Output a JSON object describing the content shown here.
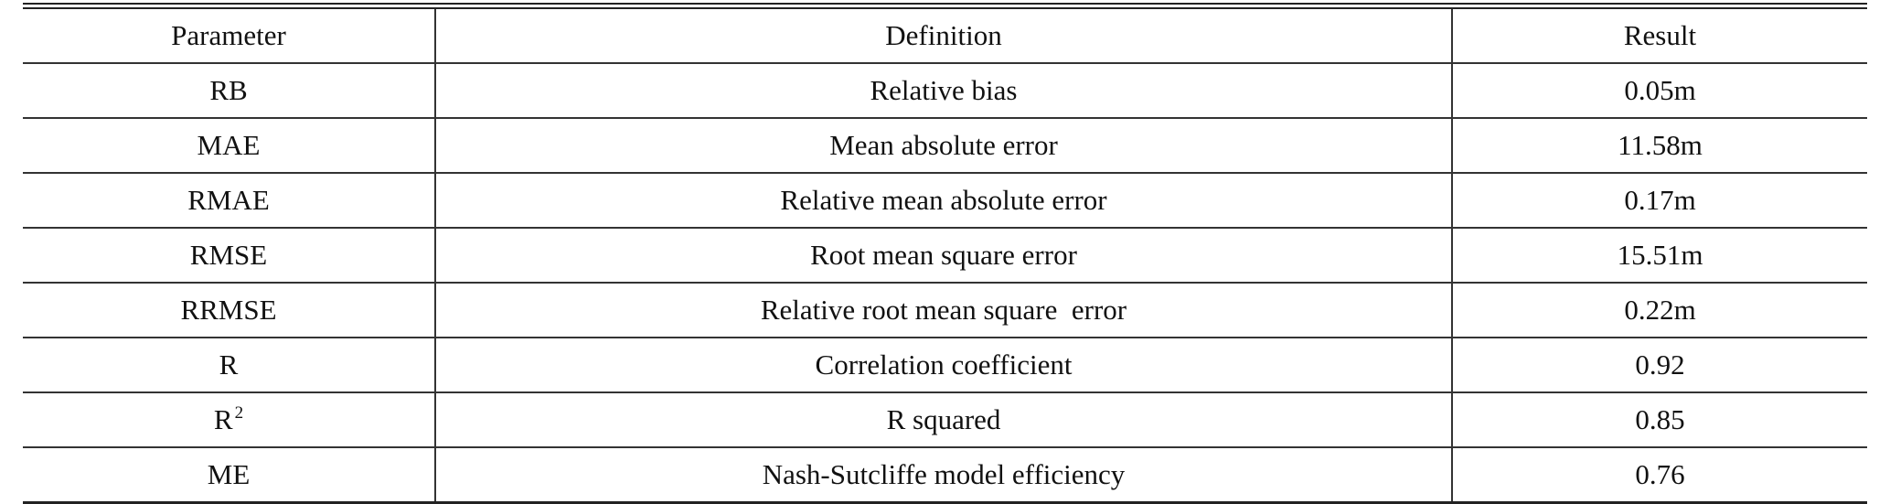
{
  "table": {
    "headers": [
      "Parameter",
      "Definition",
      "Result"
    ],
    "rows": [
      {
        "parameter": "RB",
        "definition": "Relative bias",
        "result": "0.05m"
      },
      {
        "parameter": "MAE",
        "definition": "Mean absolute error",
        "result": "11.58m"
      },
      {
        "parameter": "RMAE",
        "definition": "Relative mean absolute error",
        "result": "0.17m"
      },
      {
        "parameter": "RMSE",
        "definition": "Root mean square error",
        "result": "15.51m"
      },
      {
        "parameter": "RRMSE",
        "definition": "Relative root mean square  error",
        "result": "0.22m"
      },
      {
        "parameter": "R",
        "definition": "Correlation coefficient",
        "result": "0.92"
      },
      {
        "parameter": "R",
        "parameter_sup": "2",
        "definition": "R squared",
        "result": "0.85"
      },
      {
        "parameter": "ME",
        "definition": "Nash-Sutcliffe model efficiency",
        "result": "0.76"
      }
    ]
  }
}
